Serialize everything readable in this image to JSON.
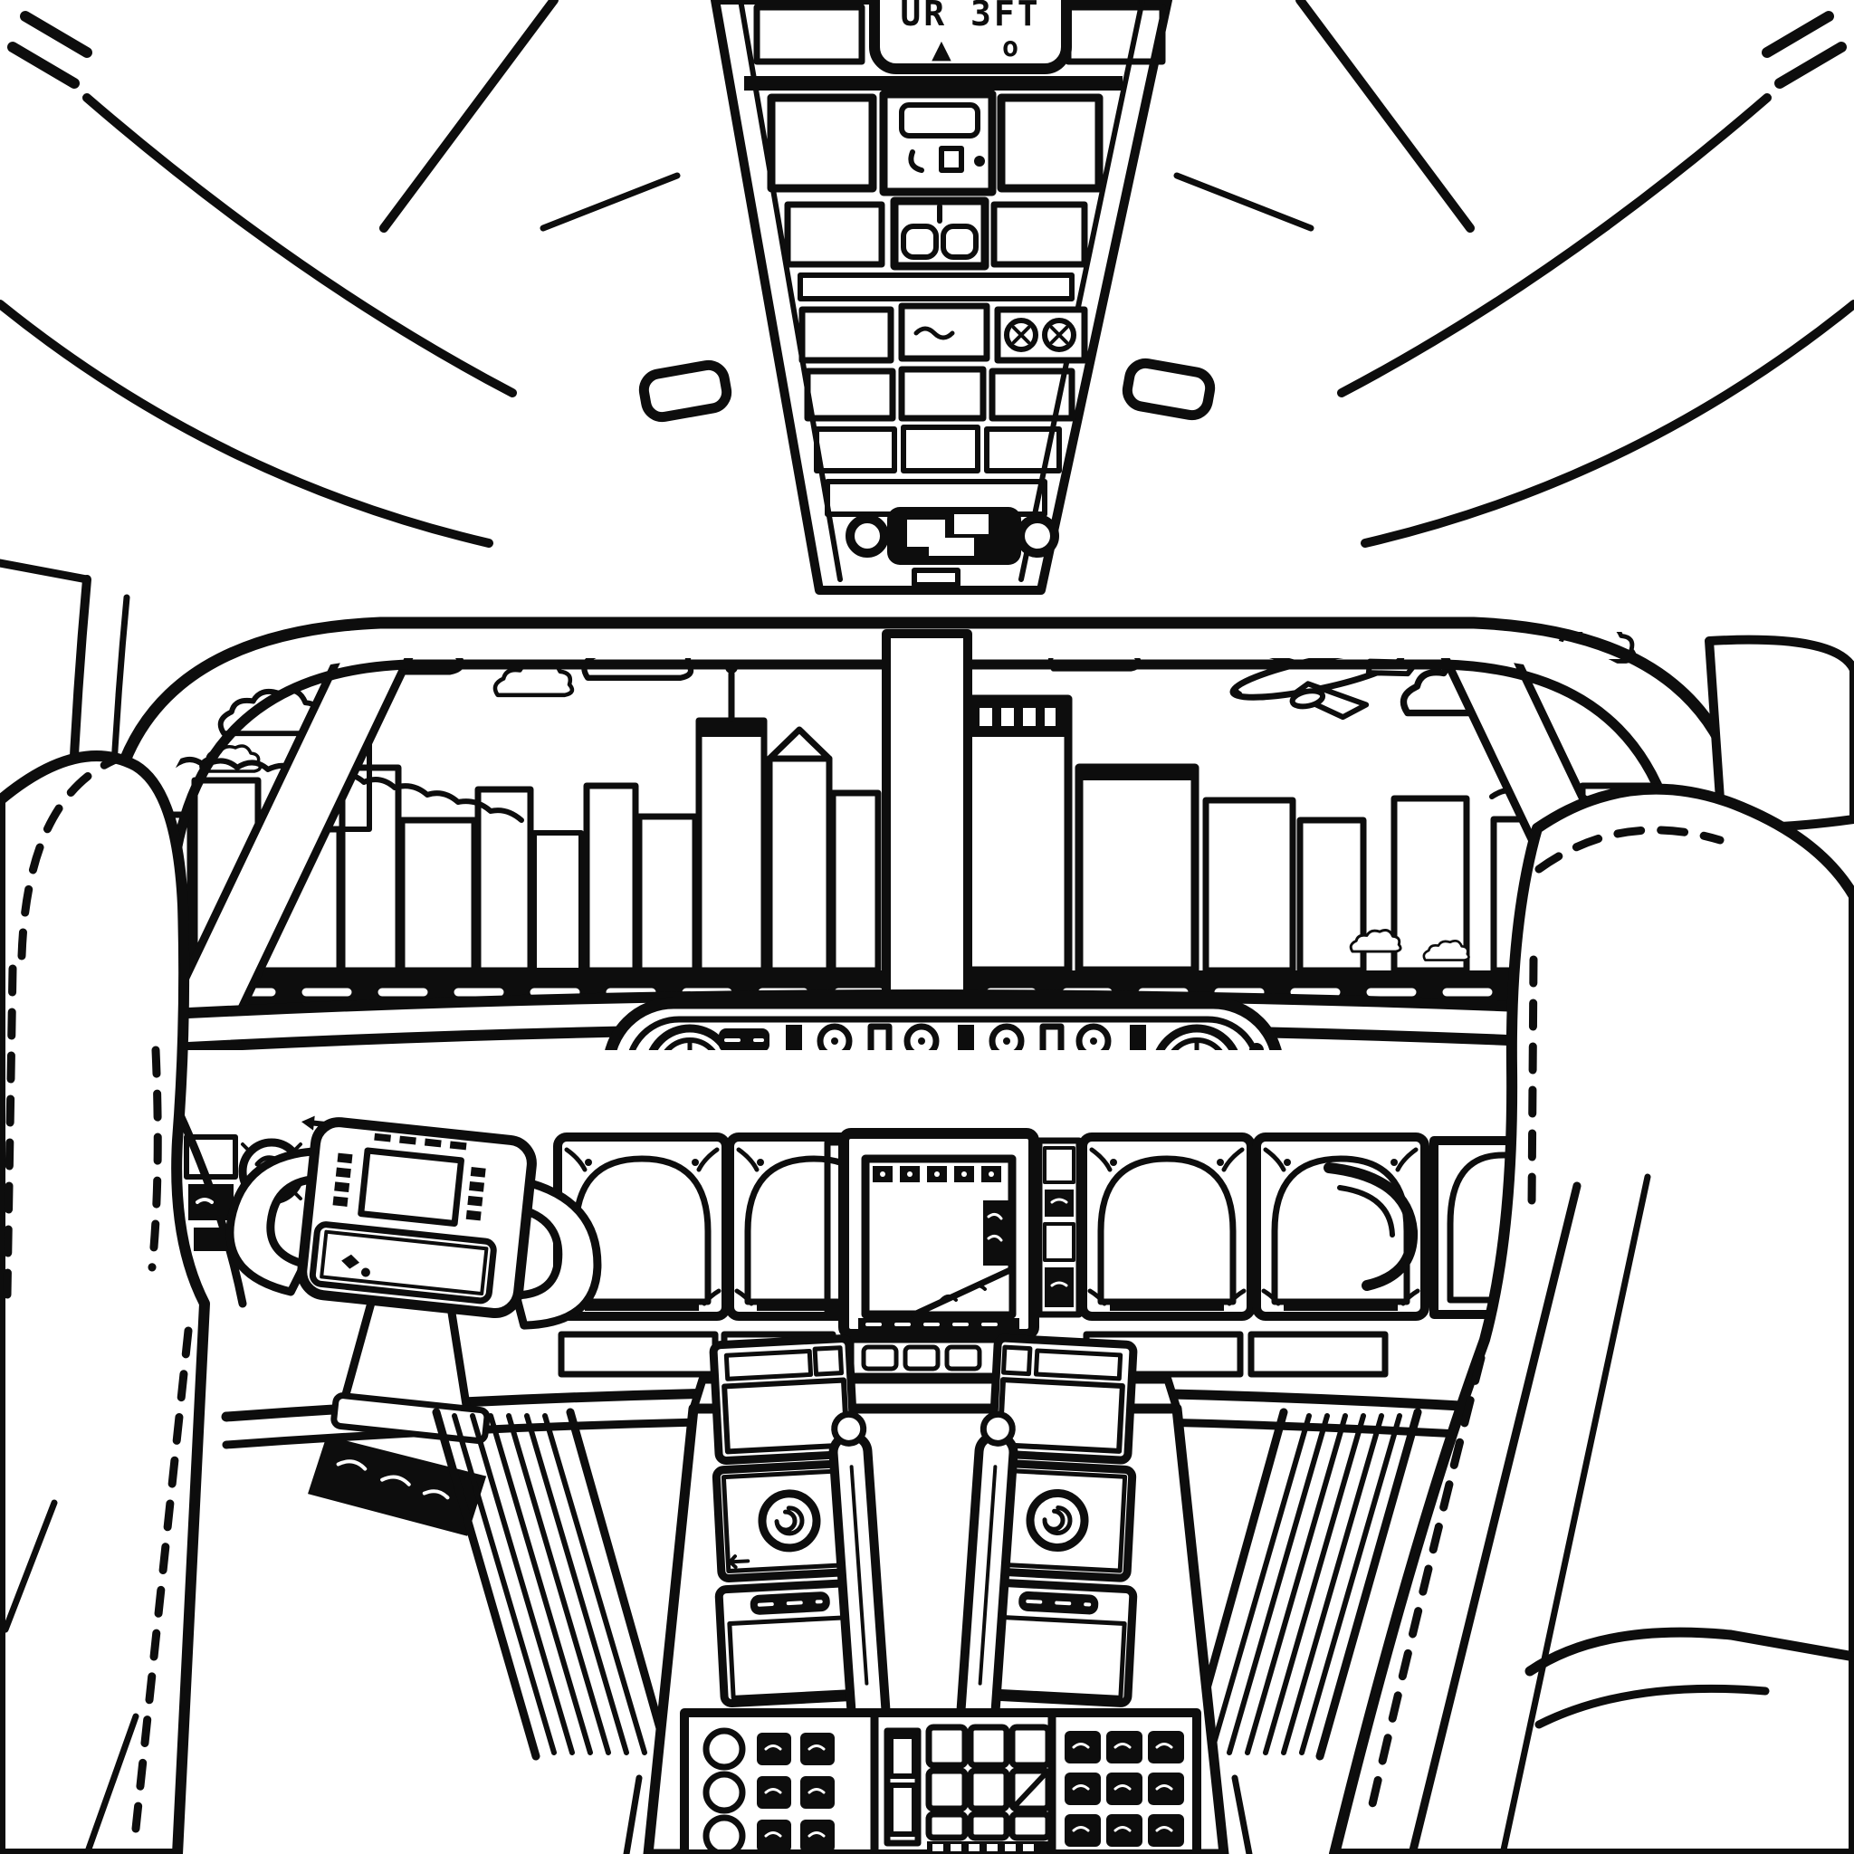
{
  "palette": {
    "ink": "#0d0d0d",
    "paper": "#ffffff"
  },
  "overhead_display": {
    "label": "UR 3FT",
    "pointer": "▲",
    "dot": "o"
  },
  "scene": {
    "subject": "line-art coloring page of an airplane cockpit interior with a city skyline, clouds and a flying airplane seen through the windshield"
  }
}
